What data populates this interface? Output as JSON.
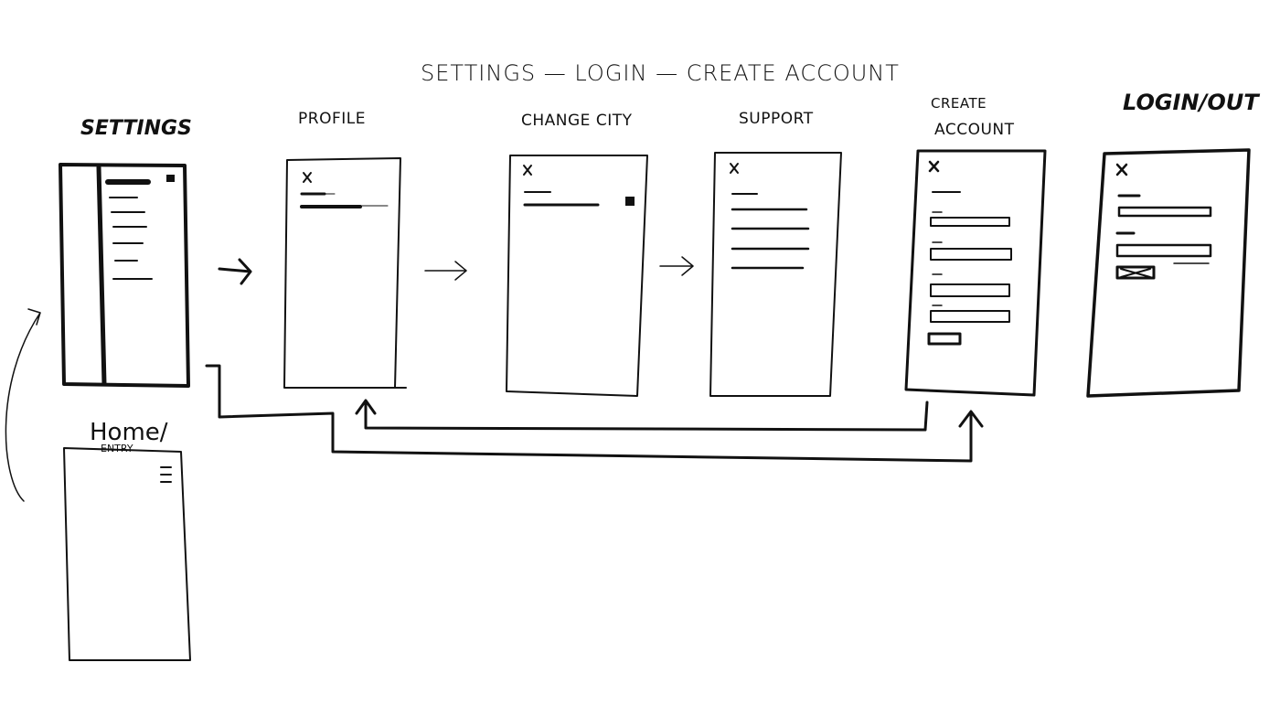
{
  "title": "SETTINGS — LOGIN — CREATE ACCOUNT",
  "screens": {
    "settings": "SETTINGS",
    "profile": "PROFILE",
    "change_city": "CHANGE CITY",
    "support": "SUPPORT",
    "create_account_line1": "CREATE",
    "create_account_line2": "ACCOUNT",
    "login": "LOGIN/OUT",
    "home_line1": "Home/",
    "home_line2": "ENTRY"
  }
}
